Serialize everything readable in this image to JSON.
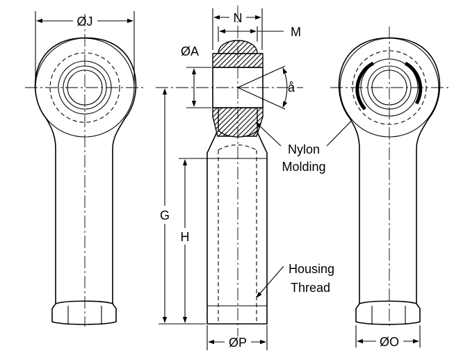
{
  "labels": {
    "dia_j": "ØJ",
    "n": "N",
    "m": "M",
    "dia_a": "ØA",
    "angle": "å",
    "g": "G",
    "h": "H",
    "dia_p": "ØP",
    "dia_o": "ØO",
    "nylon": "Nylon",
    "molding": "Molding",
    "housing": "Housing",
    "thread": "Thread"
  }
}
